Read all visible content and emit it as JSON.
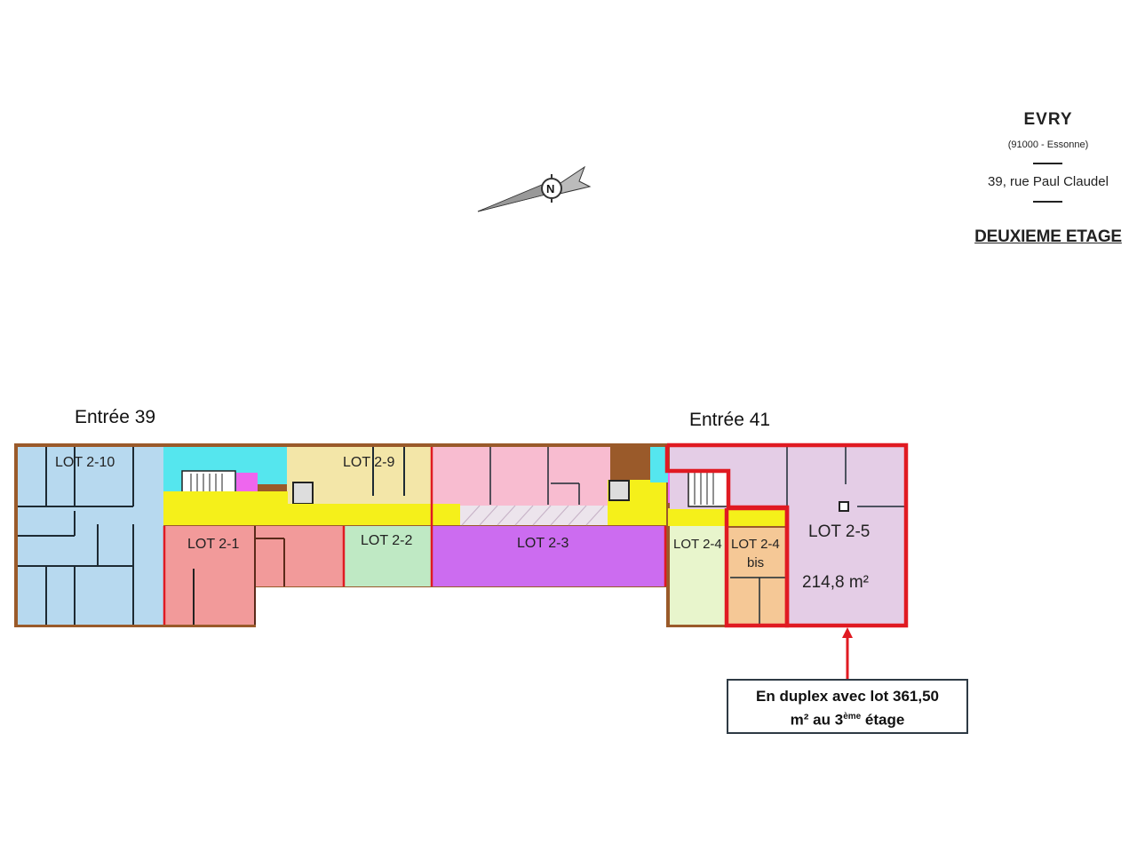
{
  "header": {
    "city": "EVRY",
    "department": "(91000 - Essonne)",
    "address": "39, rue Paul Claudel",
    "floor": "DEUXIEME ETAGE"
  },
  "compass": {
    "icon": "north-arrow-icon",
    "label": "N"
  },
  "entrances": [
    {
      "label": "Entrée 39"
    },
    {
      "label": "Entrée 41"
    }
  ],
  "lots": [
    {
      "id": "LOT 2-10",
      "color": "#b7d9ef"
    },
    {
      "id": "LOT 2-9",
      "color": "#f3e6a8"
    },
    {
      "id": "LOT 2-1",
      "color": "#f29a9a"
    },
    {
      "id": "LOT 2-2",
      "color": "#bfe9c4"
    },
    {
      "id": "LOT 2-3",
      "color": "#cc6cf0"
    },
    {
      "id": "LOT 2-4",
      "color": "#e8f5cc"
    },
    {
      "id": "LOT 2-4",
      "sub": "bis",
      "color": "#f5c896"
    },
    {
      "id": "LOT 2-5",
      "area": "214,8 m²",
      "color": "#e4cde6"
    }
  ],
  "colors": {
    "circulation": "#f5f01a",
    "sanitary": "#55e6ee",
    "pink_zone": "#f8bcd0",
    "highlight": "#e01a22",
    "wall": "#9a5a2a"
  },
  "callout": {
    "line1": "En duplex avec lot 361,50",
    "line2_prefix": "m² au 3",
    "line2_sup": "ème",
    "line2_suffix": " étage"
  }
}
